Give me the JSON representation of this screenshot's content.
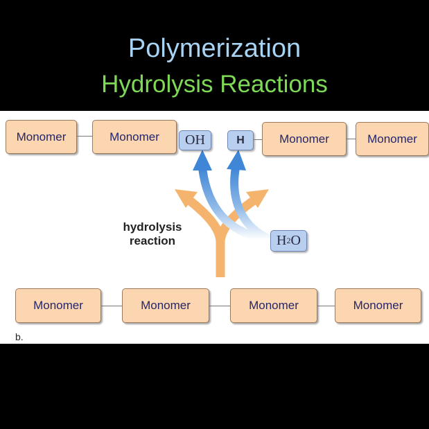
{
  "slide": {
    "title": "Polymerization",
    "subtitle": "Hydrolysis Reactions"
  },
  "diagram": {
    "top_row": {
      "monomers": [
        "Monomer",
        "Monomer",
        "Monomer",
        "Monomer"
      ],
      "oh_label": "OH",
      "h_label": "H"
    },
    "bottom_row": {
      "monomers": [
        "Monomer",
        "Monomer",
        "Monomer",
        "Monomer"
      ]
    },
    "reaction_label_line1": "hydrolysis",
    "reaction_label_line2": "reaction",
    "water_label": "H",
    "water_subscript": "2",
    "water_label_end": "O",
    "panel_label": "b."
  },
  "colors": {
    "title": "#a9d3f2",
    "subtitle": "#7ed957",
    "monomer_fill": "#fbd6b0",
    "chip_fill": "#b9cff0",
    "orange_arrow": "#f5b46e",
    "blue_arrow": "#4a90d9"
  }
}
